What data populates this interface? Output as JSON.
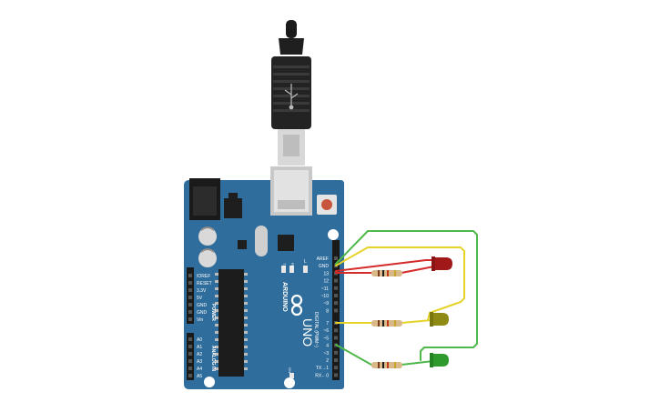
{
  "board": {
    "brand": "ARDUINO",
    "model": "UNO",
    "on_label": "ON",
    "l_label": "L",
    "tx_label": "TX",
    "rx_label": "RX",
    "digital_label": "DIGITAL (PWM~)",
    "power_label": "POWER",
    "analog_label": "ANALOG IN",
    "digital_pins": [
      "AREF",
      "GND",
      "13",
      "12",
      "~11",
      "~10",
      "~9",
      "8",
      "7",
      "~6",
      "~5",
      "4",
      "~3",
      "2",
      "TX→1",
      "RX←0"
    ],
    "power_pins": [
      "IOREF",
      "RESET",
      "3.3V",
      "5V",
      "GND",
      "GND",
      "Vin"
    ],
    "analog_pins": [
      "A0",
      "A1",
      "A2",
      "A3",
      "A4",
      "A5"
    ]
  },
  "colors": {
    "board": "#2f6d9c",
    "board_dark": "#24557c",
    "wire_red": "#d42a2a",
    "wire_yellow": "#e6d32a",
    "wire_green": "#4fb84a",
    "led_red": "#a01818",
    "led_yellow": "#8e8a14",
    "led_green": "#2e9a2e",
    "resistor": "#d9b88a"
  },
  "icons": [
    "usb-cable",
    "infinity-logo",
    "reset-button",
    "led-red",
    "led-yellow",
    "led-green",
    "resistor"
  ]
}
